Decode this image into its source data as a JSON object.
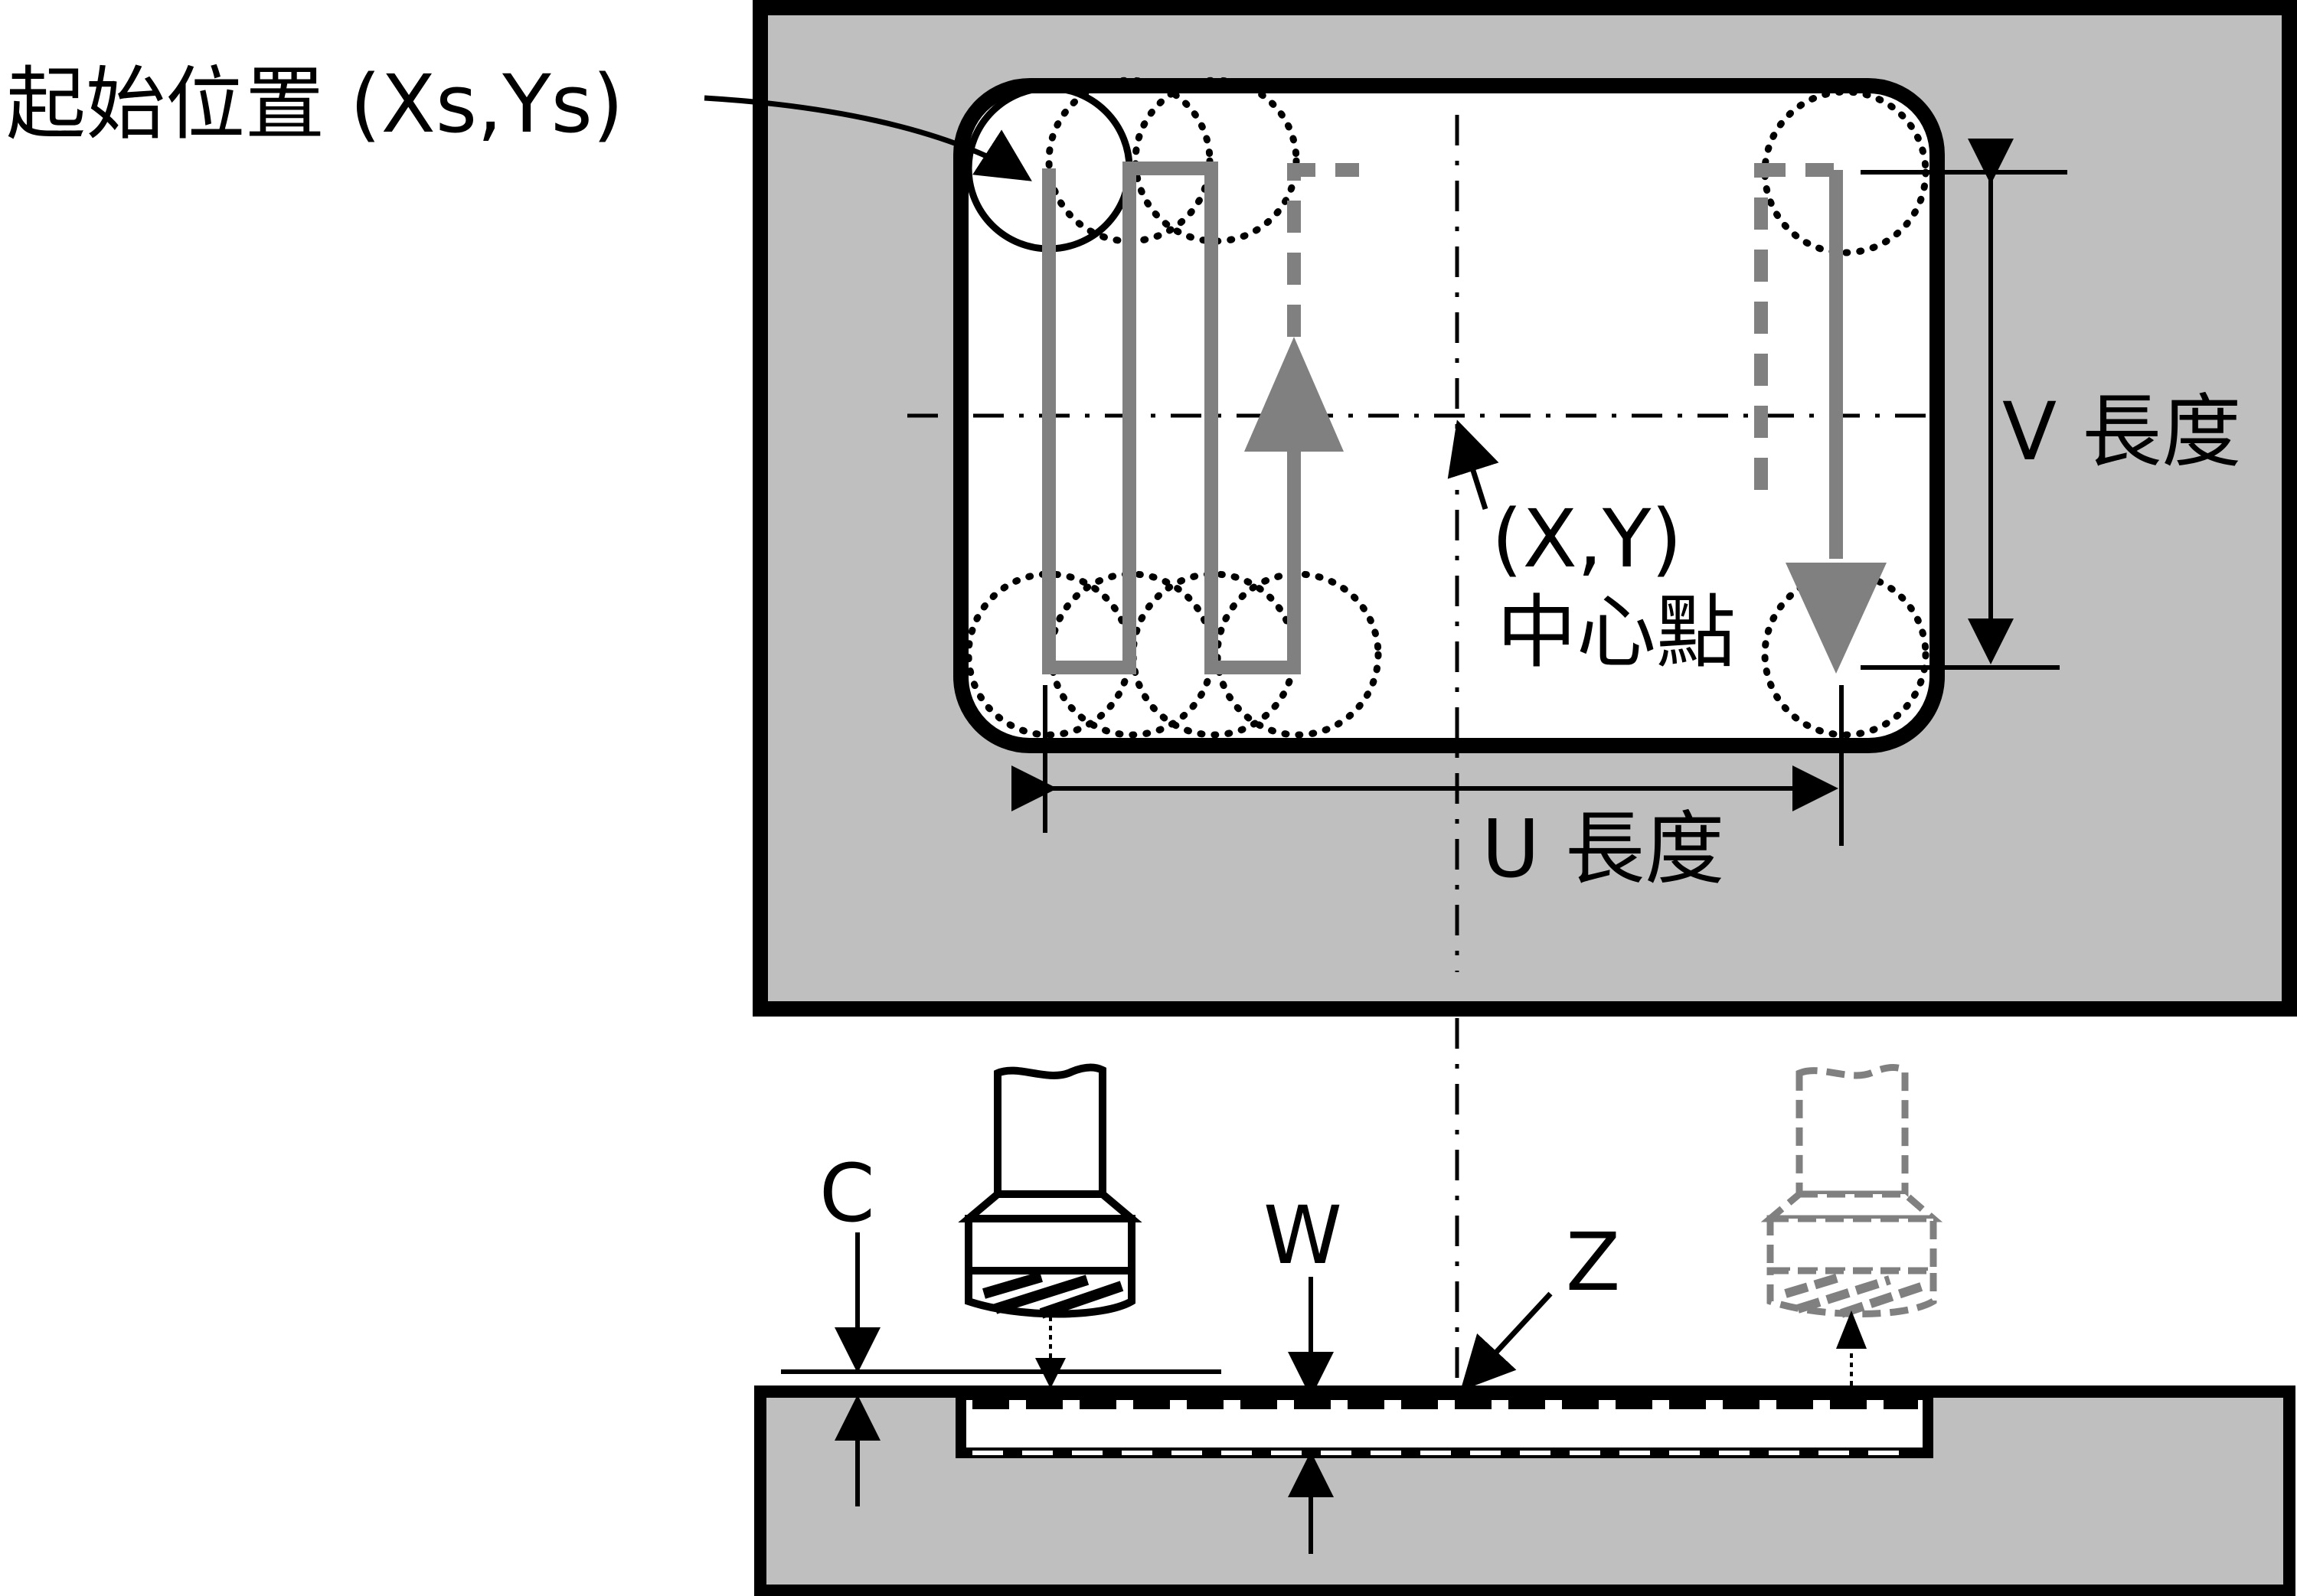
{
  "labels": {
    "start_position": "起始位置 (Xs,Ys)",
    "center_coords": "(X,Y)",
    "center_point": "中心點",
    "v_length": "V 長度",
    "u_length": "U 長度",
    "c": "C",
    "w": "W",
    "z": "Z"
  },
  "colors": {
    "workpiece": "#bfbfbf",
    "toolpath": "#808080",
    "outline": "#000000",
    "pocket": "#ffffff"
  },
  "icons": {
    "tool_cutting": "end-mill-solid",
    "tool_retract": "end-mill-dashed"
  }
}
